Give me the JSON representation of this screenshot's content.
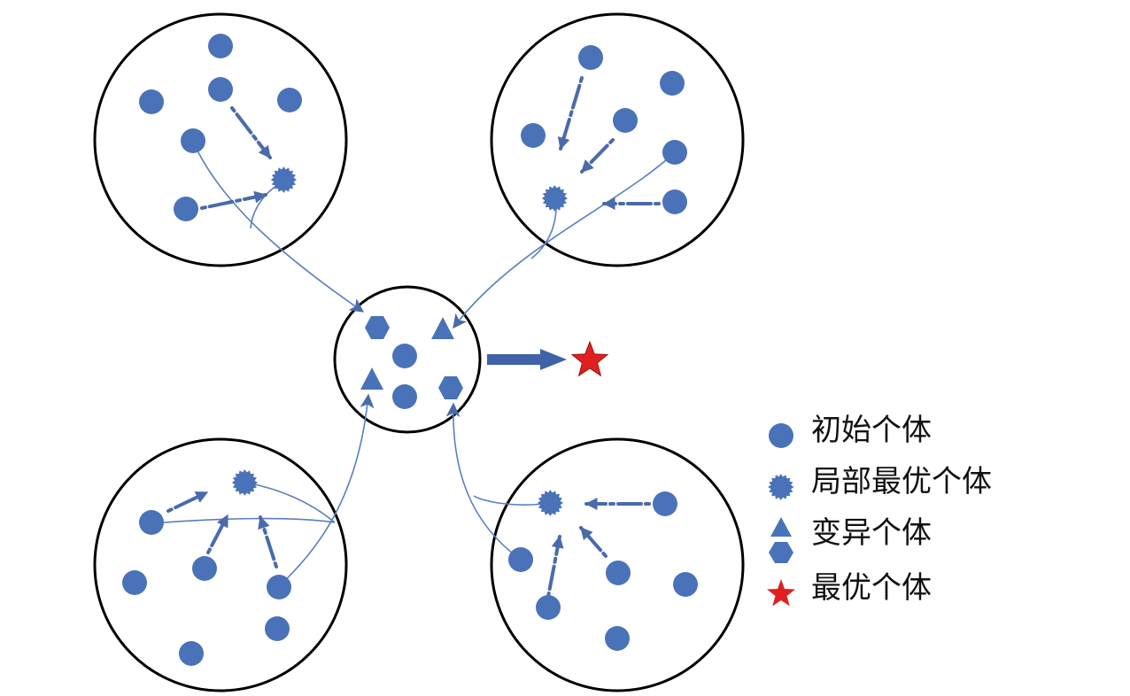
{
  "colors": {
    "marker": "#4a72b8",
    "arrow": "#4a6aaa",
    "curve": "#5a7fc0",
    "outline": "#000000",
    "best": "#e02020"
  },
  "legend": {
    "items": [
      {
        "icon": "circle-icon",
        "label": "初始个体"
      },
      {
        "icon": "starburst-icon",
        "label": "局部最优个体"
      },
      {
        "icon": "triangle-hexagon-icon",
        "label": "变异个体"
      },
      {
        "icon": "star-icon",
        "label": "最优个体"
      }
    ]
  }
}
